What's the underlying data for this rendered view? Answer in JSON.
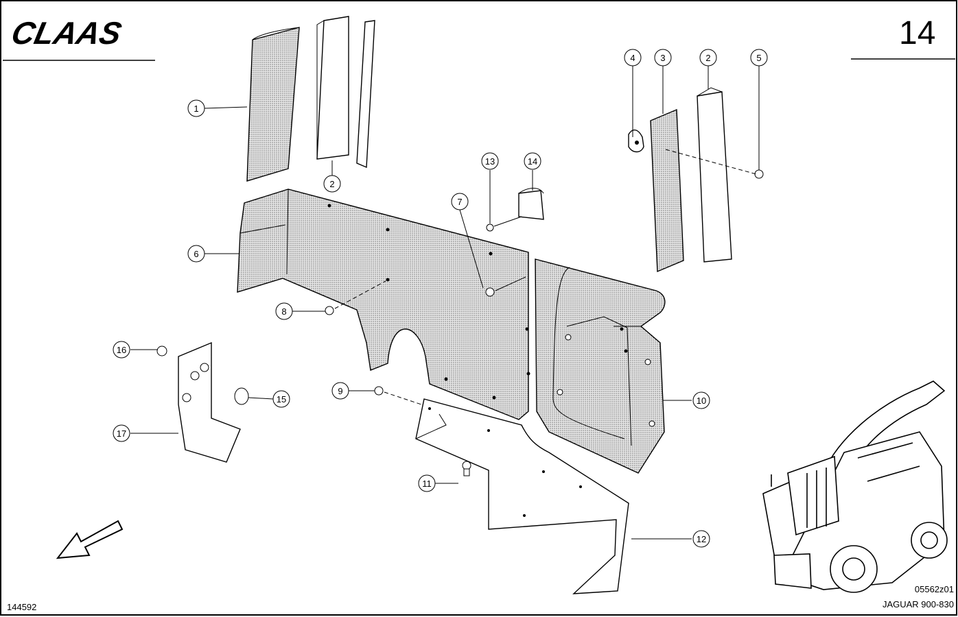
{
  "header": {
    "brand": "CLAAS",
    "page_number": "14"
  },
  "footer": {
    "drawing_id": "144592",
    "reference_code": "05562z01",
    "model": "JAGUAR 900-830"
  },
  "callouts": [
    "1",
    "2",
    "2",
    "3",
    "4",
    "5",
    "6",
    "7",
    "8",
    "9",
    "10",
    "11",
    "12",
    "13",
    "14",
    "15",
    "16",
    "17"
  ],
  "icons": {
    "direction": "direction-arrow-icon",
    "machine": "forage-harvester-icon"
  },
  "colors": {
    "line": "#000000",
    "panel_fill": "#d6d6d6",
    "background": "#ffffff"
  }
}
